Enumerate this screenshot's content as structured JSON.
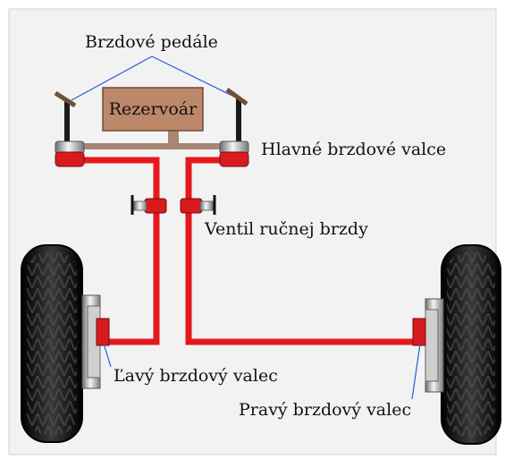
{
  "labels": {
    "brake_pedals": "Brzdové pedále",
    "reservoir": "Rezervoár",
    "master_cylinders": "Hlavné brzdové valce",
    "parking_valve": "Ventil ručnej brzdy",
    "left_cylinder": "Ľavý brzdový valec",
    "right_cylinder": "Pravý brzdový valec"
  },
  "colors": {
    "frame_bg": "#f2f2f2",
    "brake_line": "#e4191d",
    "reservoir_fill": "#bd876a",
    "tire": "#161616",
    "leader_line": "#2a5bd7"
  }
}
